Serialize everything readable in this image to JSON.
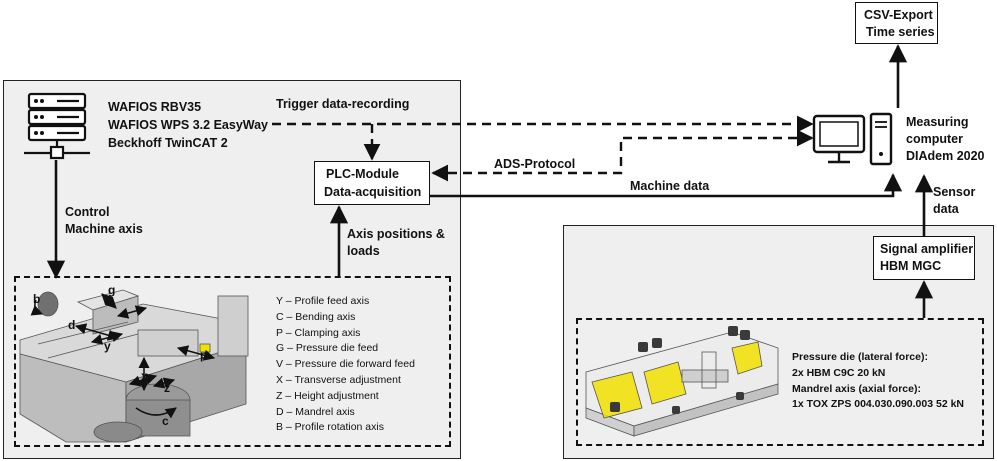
{
  "server": {
    "icon": "server-rack-icon",
    "lines": [
      "WAFIOS RBV35",
      "WAFIOS WPS 3.2 EasyWay",
      "Beckhoff TwinCAT 2"
    ]
  },
  "plc_module": {
    "lines": [
      "PLC-Module",
      "Data-acquisition"
    ]
  },
  "csv_export": {
    "lines": [
      "CSV-Export",
      "Time series"
    ]
  },
  "measuring_computer": {
    "icon": "desktop-computer-icon",
    "lines": [
      "Measuring",
      "computer",
      "DIAdem 2020"
    ]
  },
  "signal_amplifier": {
    "lines": [
      "Signal amplifier",
      "HBM MGC"
    ]
  },
  "connections": {
    "trigger": "Trigger data-recording",
    "ads": "ADS-Protocol",
    "machine_data": "Machine data",
    "control": [
      "Control",
      "Machine axis"
    ],
    "axis_positions": [
      "Axis positions &",
      "loads"
    ],
    "sensor_data": [
      "Sensor",
      "data"
    ]
  },
  "machine": {
    "image_icon": "bending-machine-illustration",
    "labels": [
      "b",
      "g",
      "v",
      "d",
      "y",
      "p",
      "x",
      "z",
      "c"
    ],
    "axes_legend": [
      "Y – Profile feed axis",
      "C – Bending axis",
      "P – Clamping axis",
      "G – Pressure die feed",
      "V – Pressure die forward feed",
      "X – Transverse adjustment",
      "Z – Height adjustment",
      "D – Mandrel axis",
      "B – Profile rotation axis"
    ]
  },
  "sensors": {
    "image_icon": "pressure-die-sensor-illustration",
    "lines": [
      "Pressure die (lateral force):",
      "2x HBM C9C 20 kN",
      "Mandrel axis (axial force):",
      "1x TOX ZPS 004.030.090.003 52 kN"
    ]
  },
  "colors": {
    "panel": "#efefef",
    "line": "#111111",
    "sensor_yellow": "#f2e200"
  }
}
